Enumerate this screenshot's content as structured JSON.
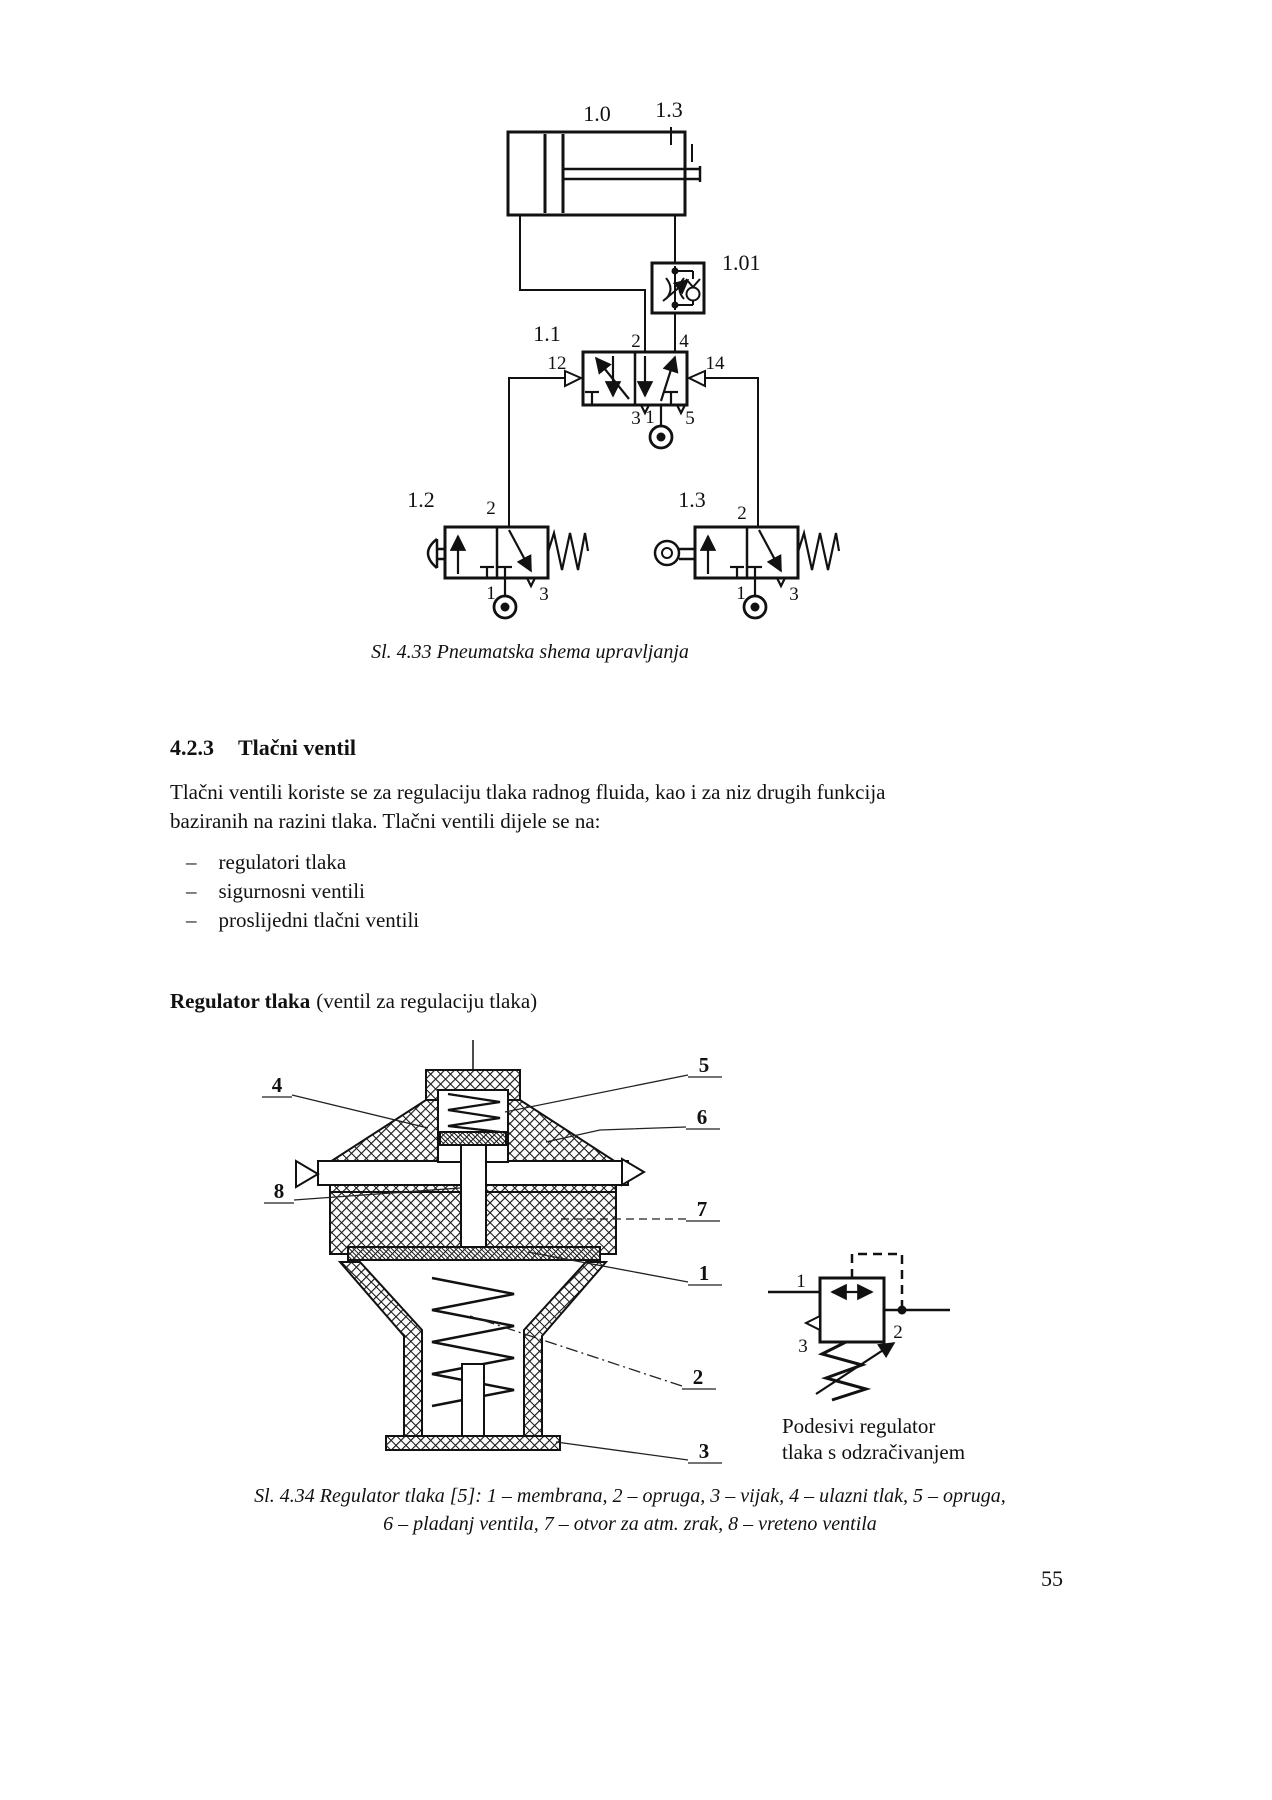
{
  "page": {
    "number": "55"
  },
  "figure_433": {
    "caption": "Sl. 4.33 Pneumatska shema upravljanja",
    "cylinder_label": "1.0",
    "limit_marker_label": "1.3",
    "throttle_check_label": "1.01",
    "valve11": {
      "label": "1.1",
      "port2": "2",
      "port4": "4",
      "port12": "12",
      "port14": "14",
      "port3": "3",
      "port1": "1",
      "port5": "5"
    },
    "valve12": {
      "label": "1.2",
      "port2": "2",
      "port1": "1",
      "port3": "3"
    },
    "valve13": {
      "label": "1.3",
      "port2": "2",
      "port1": "1",
      "port3": "3"
    }
  },
  "section": {
    "number": "4.2.3",
    "title": "Tlačni ventil",
    "paragraph_line1": "Tlačni ventili koriste se za regulaciju tlaka radnog fluida, kao i za niz drugih funkcija",
    "paragraph_line2": "baziranih na razini tlaka. Tlačni ventili dijele se na:",
    "bullet": "–",
    "list_items": [
      "regulatori tlaka",
      "sigurnosni ventili",
      "proslijedni tlačni ventili"
    ],
    "subheading_bold": "Regulator tlaka",
    "subheading_rest": "(ventil za regulaciju tlaka)"
  },
  "figure_434": {
    "callout_4": "4",
    "callout_8": "8",
    "callout_5": "5",
    "callout_6": "6",
    "callout_7": "7",
    "callout_1": "1",
    "callout_2": "2",
    "callout_3": "3",
    "symbol": {
      "port1": "1",
      "port2": "2",
      "port3": "3",
      "label_line1": "Podesivi regulator",
      "label_line2": "tlaka s odzračivanjem"
    },
    "caption_line1": "Sl. 4.34 Regulator tlaka [5]: 1 – membrana, 2 – opruga, 3 – vijak, 4 – ulazni tlak, 5 – opruga,",
    "caption_line2": "6 – pladanj ventila, 7 – otvor za atm. zrak, 8 – vreteno ventila"
  }
}
